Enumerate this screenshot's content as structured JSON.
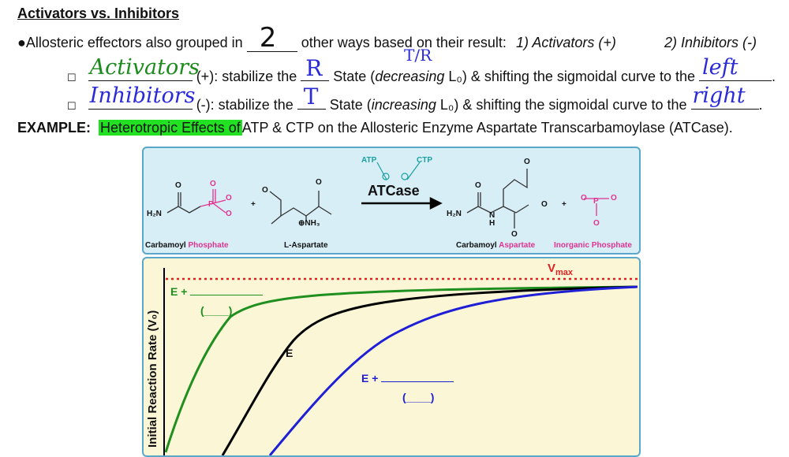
{
  "title": "Activators vs. Inhibitors",
  "line1": {
    "text_a": "●Allosteric effectors also grouped in",
    "answer": "2",
    "text_b": "other ways based on their result:",
    "opt1": "1) Activators (+)",
    "opt2": "2) Inhibitors (-)"
  },
  "activators": {
    "checkbox": "☐",
    "answer_term": "Activators",
    "text_a": "(+): stabilize the",
    "answer_state": "R",
    "text_b": "State (",
    "text_italic": "decreasing",
    "text_c": "L₀) & shifting the sigmoidal curve to the",
    "answer_dir": "left",
    "end": ".",
    "annotation": "T/R"
  },
  "inhibitors": {
    "checkbox": "☐",
    "answer_term": "Inhibitors",
    "text_a": "(-): stabilize the",
    "answer_state": "T",
    "text_b": "State (",
    "text_italic": "increasing",
    "text_c": "L₀) & shifting the sigmoidal curve to the",
    "answer_dir": "right",
    "end": "."
  },
  "example": {
    "label": "EXAMPLE:",
    "highlight": "Heterotropic Effects of",
    "rest": "ATP & CTP on the Allosteric Enzyme Aspartate Transcarbamoylase (ATCase)."
  },
  "reaction": {
    "enzyme": "ATCase",
    "atp": "ATP",
    "ctp": "CTP",
    "plus_sign": "+",
    "minus_sign": "-",
    "r1_a": "Carbamoyl",
    "r1_b": "Phosphate",
    "r2": "L-Aspartate",
    "p1_a": "Carbamoyl",
    "p1_b": "Aspartate",
    "p2": "Inorganic Phosphate",
    "h2n": "H₂N",
    "nh3": "⊕NH₃",
    "o": "O",
    "p": "P",
    "n": "N",
    "h": "H",
    "plus": "+",
    "neg": "⊖"
  },
  "graph": {
    "ylabel": "Initial Reaction Rate (V₀)",
    "vmax_v": "V",
    "vmax_sub": "max",
    "label_green": "E +",
    "paren_green": "(____)",
    "label_black": "E",
    "label_blue": "E +",
    "paren_blue": "(____)"
  },
  "colors": {
    "green": "#1f8f1f",
    "black": "#000000",
    "blue": "#1f1fd6",
    "vmax": "#e02020",
    "highlight": "#22e022"
  }
}
